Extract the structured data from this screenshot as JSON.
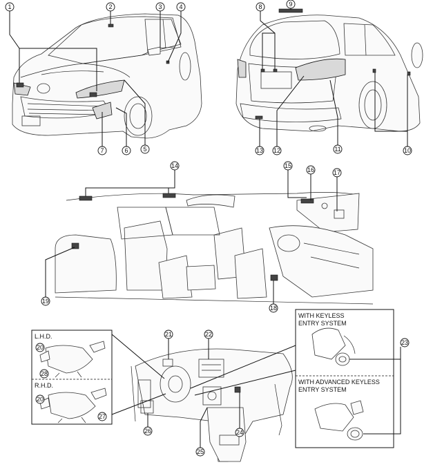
{
  "callouts": [
    "1",
    "2",
    "3",
    "4",
    "5",
    "6",
    "7",
    "8",
    "9",
    "10",
    "11",
    "12",
    "13",
    "14",
    "15",
    "16",
    "17",
    "18",
    "19",
    "20",
    "21",
    "22",
    "23",
    "24",
    "25",
    "26",
    "27",
    "28"
  ],
  "steering_panel": {
    "lhd_label": "L.H.D.",
    "rhd_label": "R.H.D."
  },
  "ignition_panel": {
    "keyless_label_line1": "WITH KEYLESS",
    "keyless_label_line2": "ENTRY SYSTEM",
    "advanced_label_line1": "WITH ADVANCED KEYLESS",
    "advanced_label_line2": "ENTRY SYSTEM"
  }
}
